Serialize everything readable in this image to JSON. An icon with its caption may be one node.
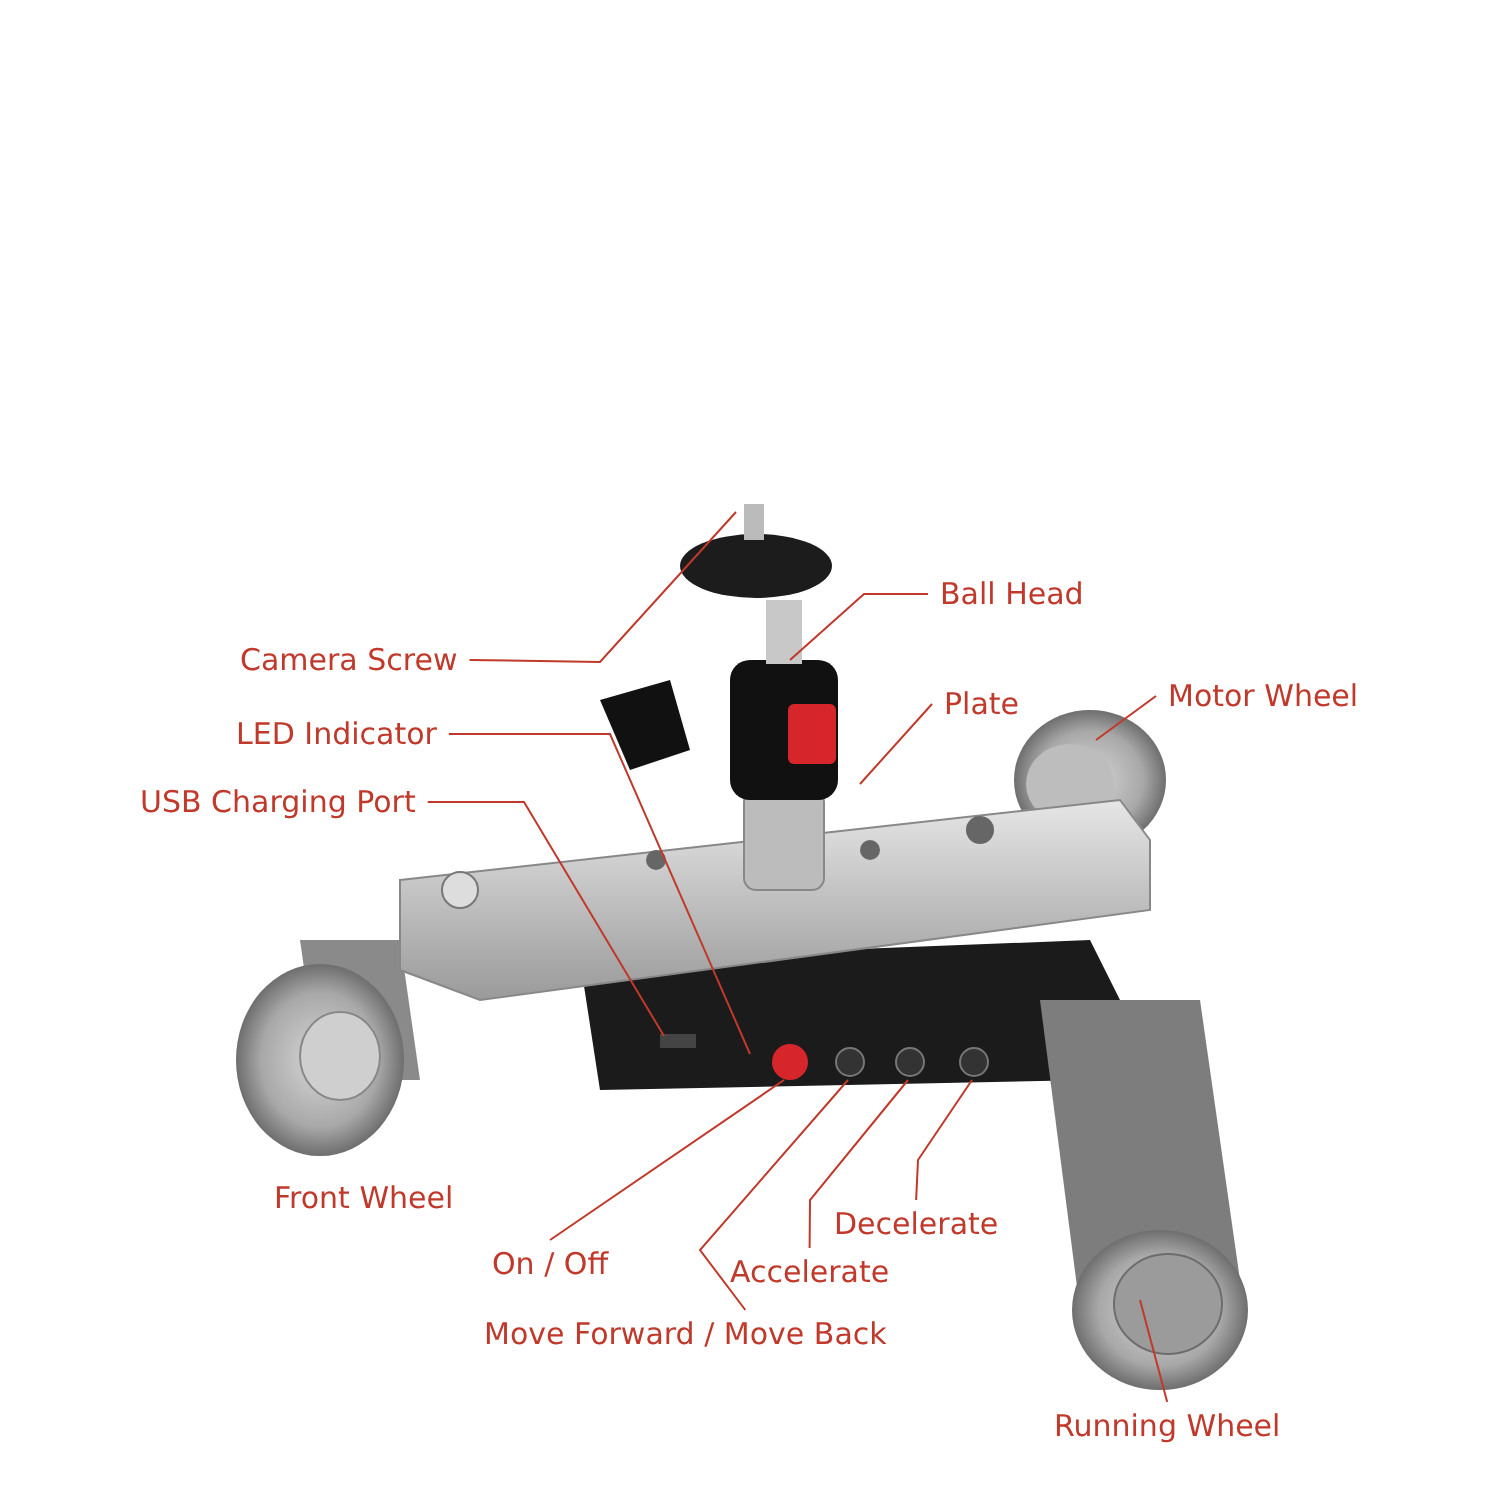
{
  "diagram": {
    "nodes": [
      {
        "text": [
          "Camera Screw"
        ]
      },
      {
        "text": [
          "Ball Head"
        ]
      },
      {
        "text": [
          "LED Indicator"
        ]
      },
      {
        "text": [
          "Plate"
        ]
      },
      {
        "text": [
          "Motor Wheel"
        ]
      },
      {
        "text": [
          "USB Charging Port"
        ]
      },
      {
        "text": [
          "On / Off"
        ]
      },
      {
        "text": [
          "Decelerate"
        ]
      },
      {
        "text": [
          "Accelerate"
        ]
      },
      {
        "text": [
          "Move Forward / Move Back"
        ]
      },
      {
        "text": [
          "Running Wheel"
        ]
      }
    ],
    "edges": [
      {
        "from": 0,
        "to": null,
        "arrow": "none"
      },
      {
        "from": 1,
        "to": null,
        "arrow": "none"
      },
      {
        "from": 2,
        "to": null,
        "arrow": "none"
      },
      {
        "from": 3,
        "to": null,
        "arrow": "none"
      },
      {
        "from": 4,
        "to": null,
        "arrow": "none"
      },
      {
        "from": 5,
        "to": null,
        "arrow": "none"
      },
      {
        "from": 6,
        "to": null,
        "arrow": "none"
      },
      {
        "from": 7,
        "to": null,
        "arrow": "none"
      },
      {
        "from": 8,
        "to": null,
        "arrow": "none"
      },
      {
        "from": 9,
        "to": null,
        "arrow": "none"
      },
      {
        "from": 10,
        "to": null,
        "arrow": "none"
      }
    ],
    "labels": [
      "Front Wheel"
    ]
  }
}
